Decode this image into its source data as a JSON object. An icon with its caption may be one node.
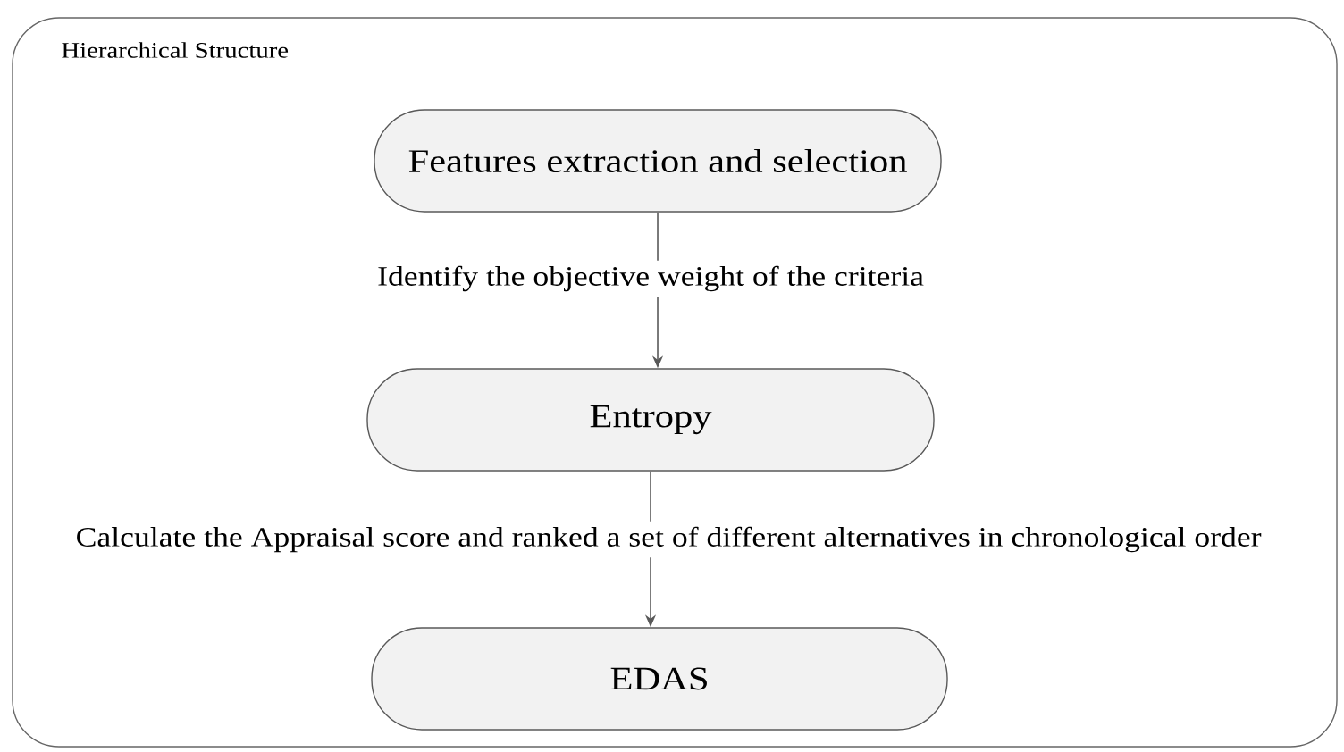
{
  "diagram": {
    "nodes": [
      {
        "text": [
          "Hierarchical Structure"
        ]
      },
      {
        "text": [
          "Features extraction and selection"
        ],
        "in": 0
      },
      {
        "text": [
          "Entropy"
        ],
        "in": 0
      },
      {
        "text": [
          "EDAS"
        ],
        "in": 0
      }
    ],
    "edges": [
      {
        "from": 1,
        "to": 2,
        "arrow": "to",
        "label": "Identify the objective weight of the criteria"
      },
      {
        "from": 2,
        "to": 3,
        "arrow": "to",
        "label": "Calculate the Appraisal score and ranked a set of different alternatives in chronological order"
      }
    ]
  }
}
